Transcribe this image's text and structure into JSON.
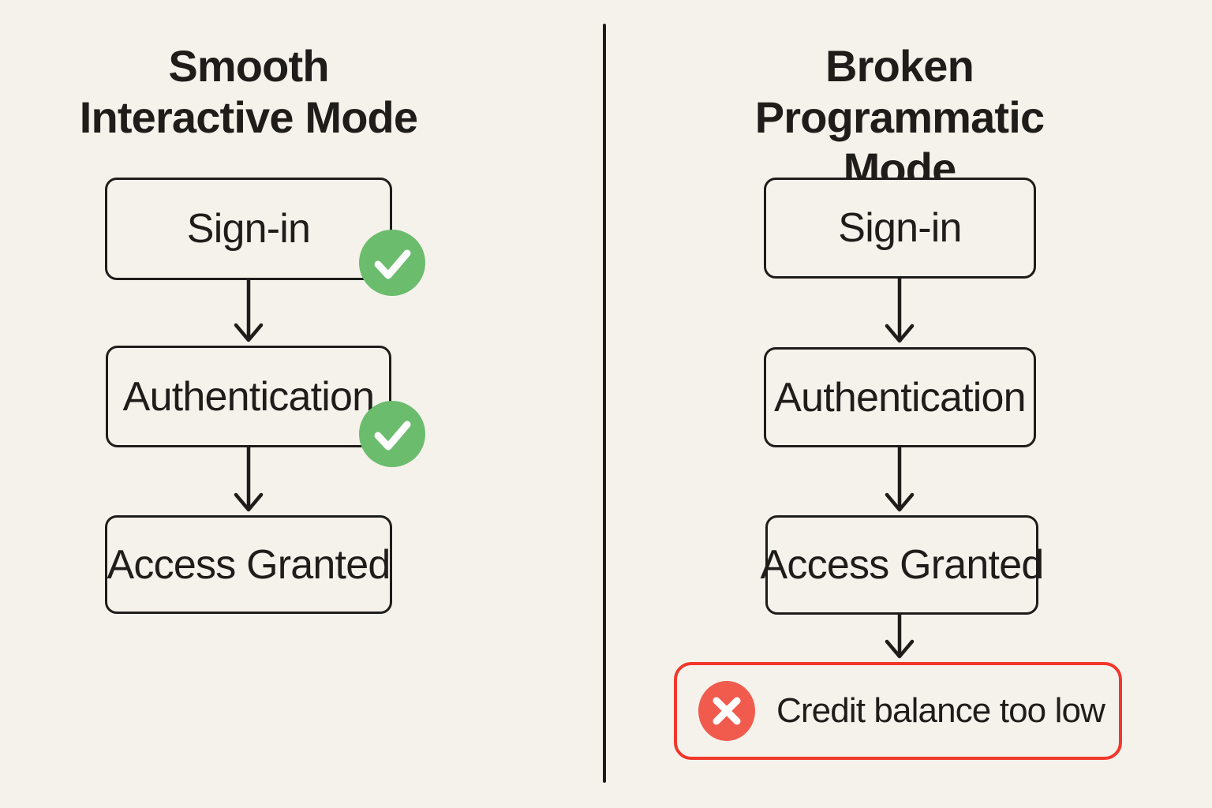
{
  "diagram": {
    "colors": {
      "background": "#f5f2ec",
      "ink": "#1f1d1a",
      "success_green": "#6cbc6d",
      "error_red": "#f15b4e",
      "error_border": "#f2372b",
      "icon_stroke_white": "#ffffff"
    },
    "left_column": {
      "title_line1": "Smooth",
      "title_line2": "Interactive Mode",
      "steps": [
        {
          "label": "Sign-in",
          "status_icon": "check-circle-icon"
        },
        {
          "label": "Authentication",
          "status_icon": "check-circle-icon"
        },
        {
          "label": "Access Granted",
          "status_icon": ""
        }
      ]
    },
    "right_column": {
      "title_line1": "Broken Programmatic",
      "title_line2": "Mode",
      "steps": [
        {
          "label": "Sign-in",
          "status_icon": ""
        },
        {
          "label": "Authentication",
          "status_icon": ""
        },
        {
          "label": "Access Granted",
          "status_icon": ""
        }
      ],
      "error": {
        "label": "Credit balance too low",
        "icon": "x-circle-icon"
      }
    }
  }
}
